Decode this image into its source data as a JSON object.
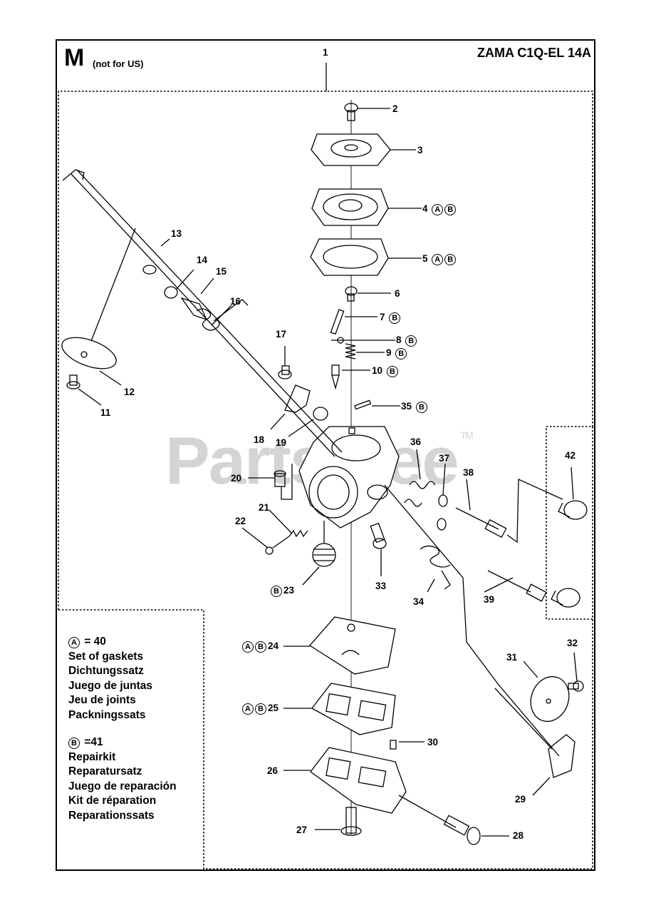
{
  "header": {
    "section_letter": "M",
    "section_note": "(not for US)",
    "model": "ZAMA C1Q-EL 14A"
  },
  "watermark": "PartsTree",
  "watermark_tm": "TM",
  "callouts": [
    {
      "id": "1",
      "label": "1",
      "kits": []
    },
    {
      "id": "2",
      "label": "2",
      "kits": []
    },
    {
      "id": "3",
      "label": "3",
      "kits": []
    },
    {
      "id": "4",
      "label": "4",
      "kits": [
        "A",
        "B"
      ]
    },
    {
      "id": "5",
      "label": "5",
      "kits": [
        "A",
        "B"
      ]
    },
    {
      "id": "6",
      "label": "6",
      "kits": []
    },
    {
      "id": "7",
      "label": "7",
      "kits": [
        "B"
      ]
    },
    {
      "id": "8",
      "label": "8",
      "kits": [
        "B"
      ]
    },
    {
      "id": "9",
      "label": "9",
      "kits": [
        "B"
      ]
    },
    {
      "id": "10",
      "label": "10",
      "kits": [
        "B"
      ]
    },
    {
      "id": "11",
      "label": "11",
      "kits": []
    },
    {
      "id": "12",
      "label": "12",
      "kits": []
    },
    {
      "id": "13",
      "label": "13",
      "kits": []
    },
    {
      "id": "14",
      "label": "14",
      "kits": []
    },
    {
      "id": "15",
      "label": "15",
      "kits": []
    },
    {
      "id": "16",
      "label": "16",
      "kits": []
    },
    {
      "id": "17",
      "label": "17",
      "kits": []
    },
    {
      "id": "18",
      "label": "18",
      "kits": []
    },
    {
      "id": "19",
      "label": "19",
      "kits": []
    },
    {
      "id": "20",
      "label": "20",
      "kits": []
    },
    {
      "id": "21",
      "label": "21",
      "kits": []
    },
    {
      "id": "22",
      "label": "22",
      "kits": []
    },
    {
      "id": "23",
      "label": "23",
      "kits": [
        "B"
      ]
    },
    {
      "id": "24",
      "label": "24",
      "kits": [
        "A",
        "B"
      ]
    },
    {
      "id": "25",
      "label": "25",
      "kits": [
        "A",
        "B"
      ]
    },
    {
      "id": "26",
      "label": "26",
      "kits": []
    },
    {
      "id": "27",
      "label": "27",
      "kits": []
    },
    {
      "id": "28",
      "label": "28",
      "kits": []
    },
    {
      "id": "29",
      "label": "29",
      "kits": []
    },
    {
      "id": "30",
      "label": "30",
      "kits": []
    },
    {
      "id": "31",
      "label": "31",
      "kits": []
    },
    {
      "id": "32",
      "label": "32",
      "kits": []
    },
    {
      "id": "33",
      "label": "33",
      "kits": []
    },
    {
      "id": "34",
      "label": "34",
      "kits": []
    },
    {
      "id": "35",
      "label": "35",
      "kits": [
        "B"
      ]
    },
    {
      "id": "36",
      "label": "36",
      "kits": []
    },
    {
      "id": "37",
      "label": "37",
      "kits": []
    },
    {
      "id": "38",
      "label": "38",
      "kits": []
    },
    {
      "id": "39",
      "label": "39",
      "kits": []
    },
    {
      "id": "42",
      "label": "42",
      "kits": []
    }
  ],
  "legend": {
    "a": {
      "symbol": "A",
      "ref": "= 40",
      "lines": [
        "Set of gaskets",
        "Dichtungssatz",
        "Juego de juntas",
        "Jeu de joints",
        "Packningssats"
      ]
    },
    "b": {
      "symbol": "B",
      "ref": "=41",
      "lines": [
        "Repairkit",
        "Reparatursatz",
        "Juego de reparación",
        "Kit de réparation",
        "Reparationssats"
      ]
    }
  }
}
